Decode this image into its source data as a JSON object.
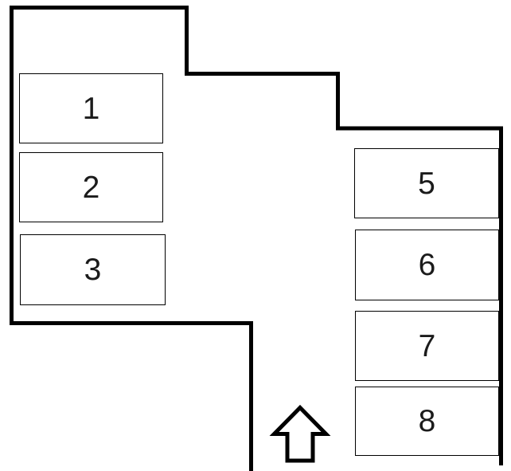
{
  "diagram": {
    "type": "parking-lot-map",
    "background_color": "#ffffff",
    "line_color": "#000000",
    "digit_color": "#1b1b1b",
    "spots": [
      {
        "label": "1",
        "column": "left"
      },
      {
        "label": "2",
        "column": "left"
      },
      {
        "label": "3",
        "column": "left"
      },
      {
        "label": "5",
        "column": "right"
      },
      {
        "label": "6",
        "column": "right"
      },
      {
        "label": "7",
        "column": "right"
      },
      {
        "label": "8",
        "column": "right"
      }
    ],
    "arrow": {
      "direction": "up"
    }
  }
}
